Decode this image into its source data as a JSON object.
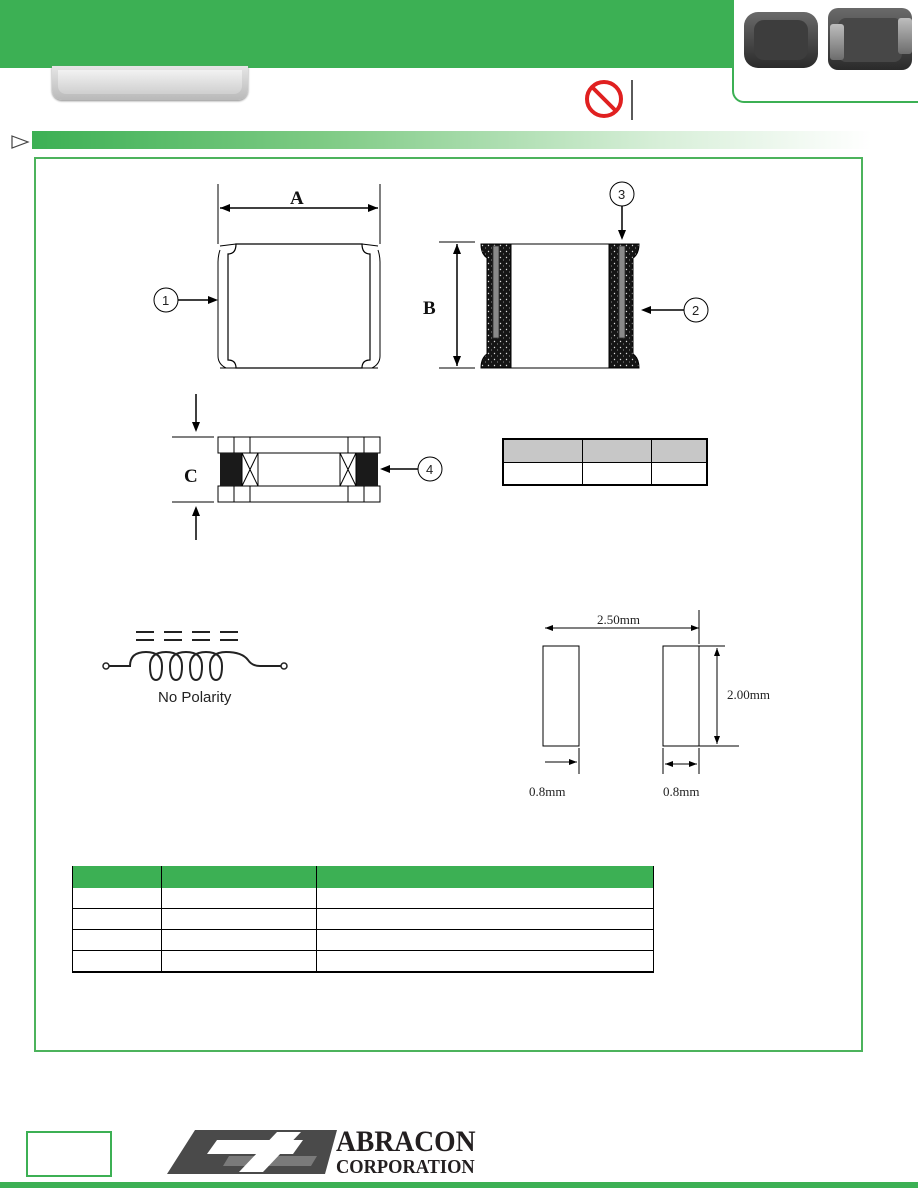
{
  "dimensions_diagram": {
    "dim_a_label": "A",
    "dim_b_label": "B",
    "dim_c_label": "C",
    "callouts": [
      "1",
      "2",
      "3",
      "4"
    ]
  },
  "schematic": {
    "polarity_caption": "No Polarity"
  },
  "land_pattern": {
    "width_label": "2.50mm",
    "height_label": "2.00mm",
    "pad_left_label": "0.8mm",
    "pad_right_label": "0.8mm"
  },
  "dimension_table": {
    "rows": 2,
    "cols": 3
  },
  "materials_table": {
    "rows": 5,
    "cols": 3
  },
  "footer": {
    "company_line_1": "ABRACON",
    "company_line_2": "CORPORATION"
  },
  "colors": {
    "brand_green": "#3cb054",
    "no_sign_red": "#e02020"
  }
}
